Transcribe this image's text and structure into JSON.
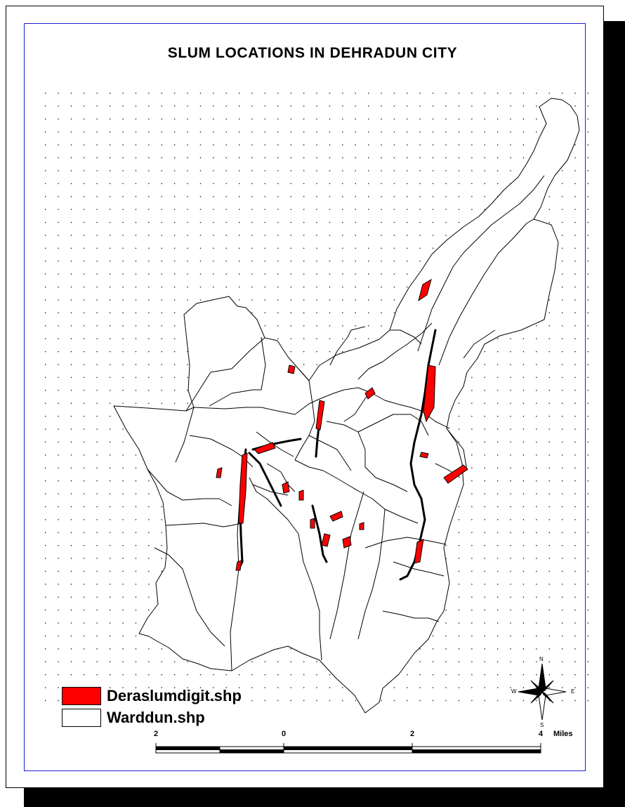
{
  "map": {
    "title": "SLUM LOCATIONS IN DEHRADUN CITY",
    "legend": [
      {
        "label": "Deraslumdigit.shp",
        "color": "#ff0000"
      },
      {
        "label": "Warddun.shp",
        "color": "#ffffff"
      }
    ],
    "scalebar": {
      "labels": [
        "2",
        "0",
        "2",
        "4"
      ],
      "unit": "Miles"
    },
    "compass": {
      "n": "N",
      "s": "S",
      "e": "E",
      "w": "W"
    },
    "colors": {
      "frame": "#2020d0",
      "slum": "#ff0000",
      "outline": "#000000",
      "grid": "#000000"
    }
  }
}
